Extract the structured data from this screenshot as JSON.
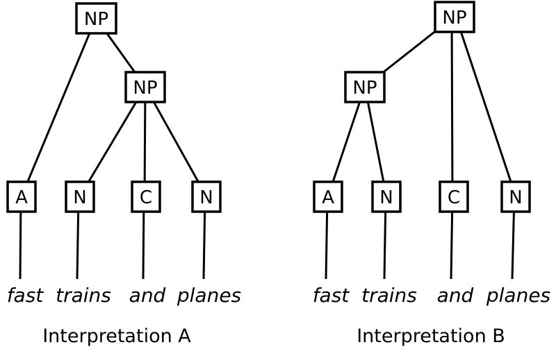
{
  "page": {
    "background": "#ffffff",
    "ink": "#000000"
  },
  "tree_a": {
    "caption": "Interpretation A",
    "root_label": "NP",
    "inner_label": "NP",
    "leaves": [
      "A",
      "N",
      "C",
      "N"
    ],
    "words": [
      "fast",
      "trains",
      "and",
      "planes"
    ]
  },
  "tree_b": {
    "caption": "Interpretation B",
    "root_label": "NP",
    "inner_label": "NP",
    "leaves": [
      "A",
      "N",
      "C",
      "N"
    ],
    "words": [
      "fast",
      "trains",
      "and",
      "planes"
    ]
  }
}
